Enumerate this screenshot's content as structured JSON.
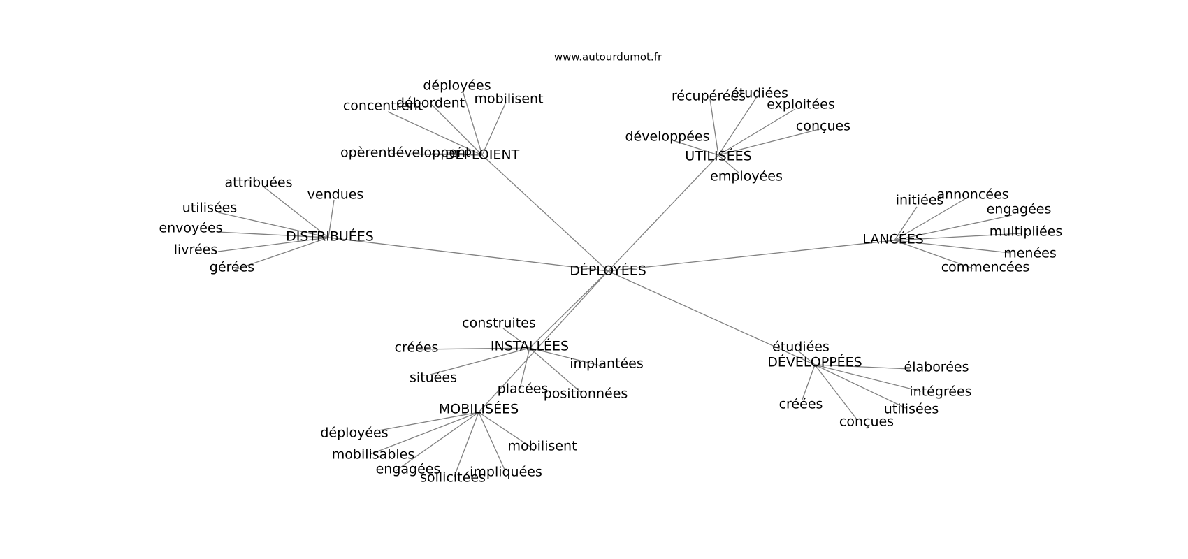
{
  "watermark": "www.autourdumot.fr",
  "colors": {
    "edge": "#808080",
    "text": "#000000",
    "background": "#ffffff"
  },
  "center": {
    "label": "DÉPLOYÉES"
  },
  "clusters": [
    {
      "id": "deploient",
      "label": "DÉPLOIENT",
      "leaves": [
        "concentrent",
        "débordent",
        "déployées",
        "mobilisent",
        "opèrent",
        "développent"
      ]
    },
    {
      "id": "utilisees",
      "label": "UTILISÉES",
      "leaves": [
        "récupérées",
        "étudiées",
        "exploitées",
        "conçues",
        "développées",
        "employées"
      ]
    },
    {
      "id": "distribuees",
      "label": "DISTRIBUÉES",
      "leaves": [
        "attribuées",
        "vendues",
        "utilisées",
        "envoyées",
        "livrées",
        "gérées"
      ]
    },
    {
      "id": "lancees",
      "label": "LANCÉES",
      "leaves": [
        "initiées",
        "annoncées",
        "engagées",
        "multipliées",
        "menées",
        "commencées"
      ]
    },
    {
      "id": "installees",
      "label": "INSTALLÉES",
      "leaves": [
        "construites",
        "créées",
        "situées",
        "implantées",
        "placées",
        "positionnées"
      ]
    },
    {
      "id": "developpees",
      "label": "DÉVELOPPÉES",
      "leaves": [
        "étudiées",
        "élaborées",
        "intégrées",
        "utilisées",
        "conçues",
        "créées"
      ]
    },
    {
      "id": "mobilisees",
      "label": "MOBILISÉES",
      "leaves": [
        "déployées",
        "mobilisables",
        "engagées",
        "sollicitées",
        "impliquées",
        "mobilisent"
      ]
    }
  ]
}
